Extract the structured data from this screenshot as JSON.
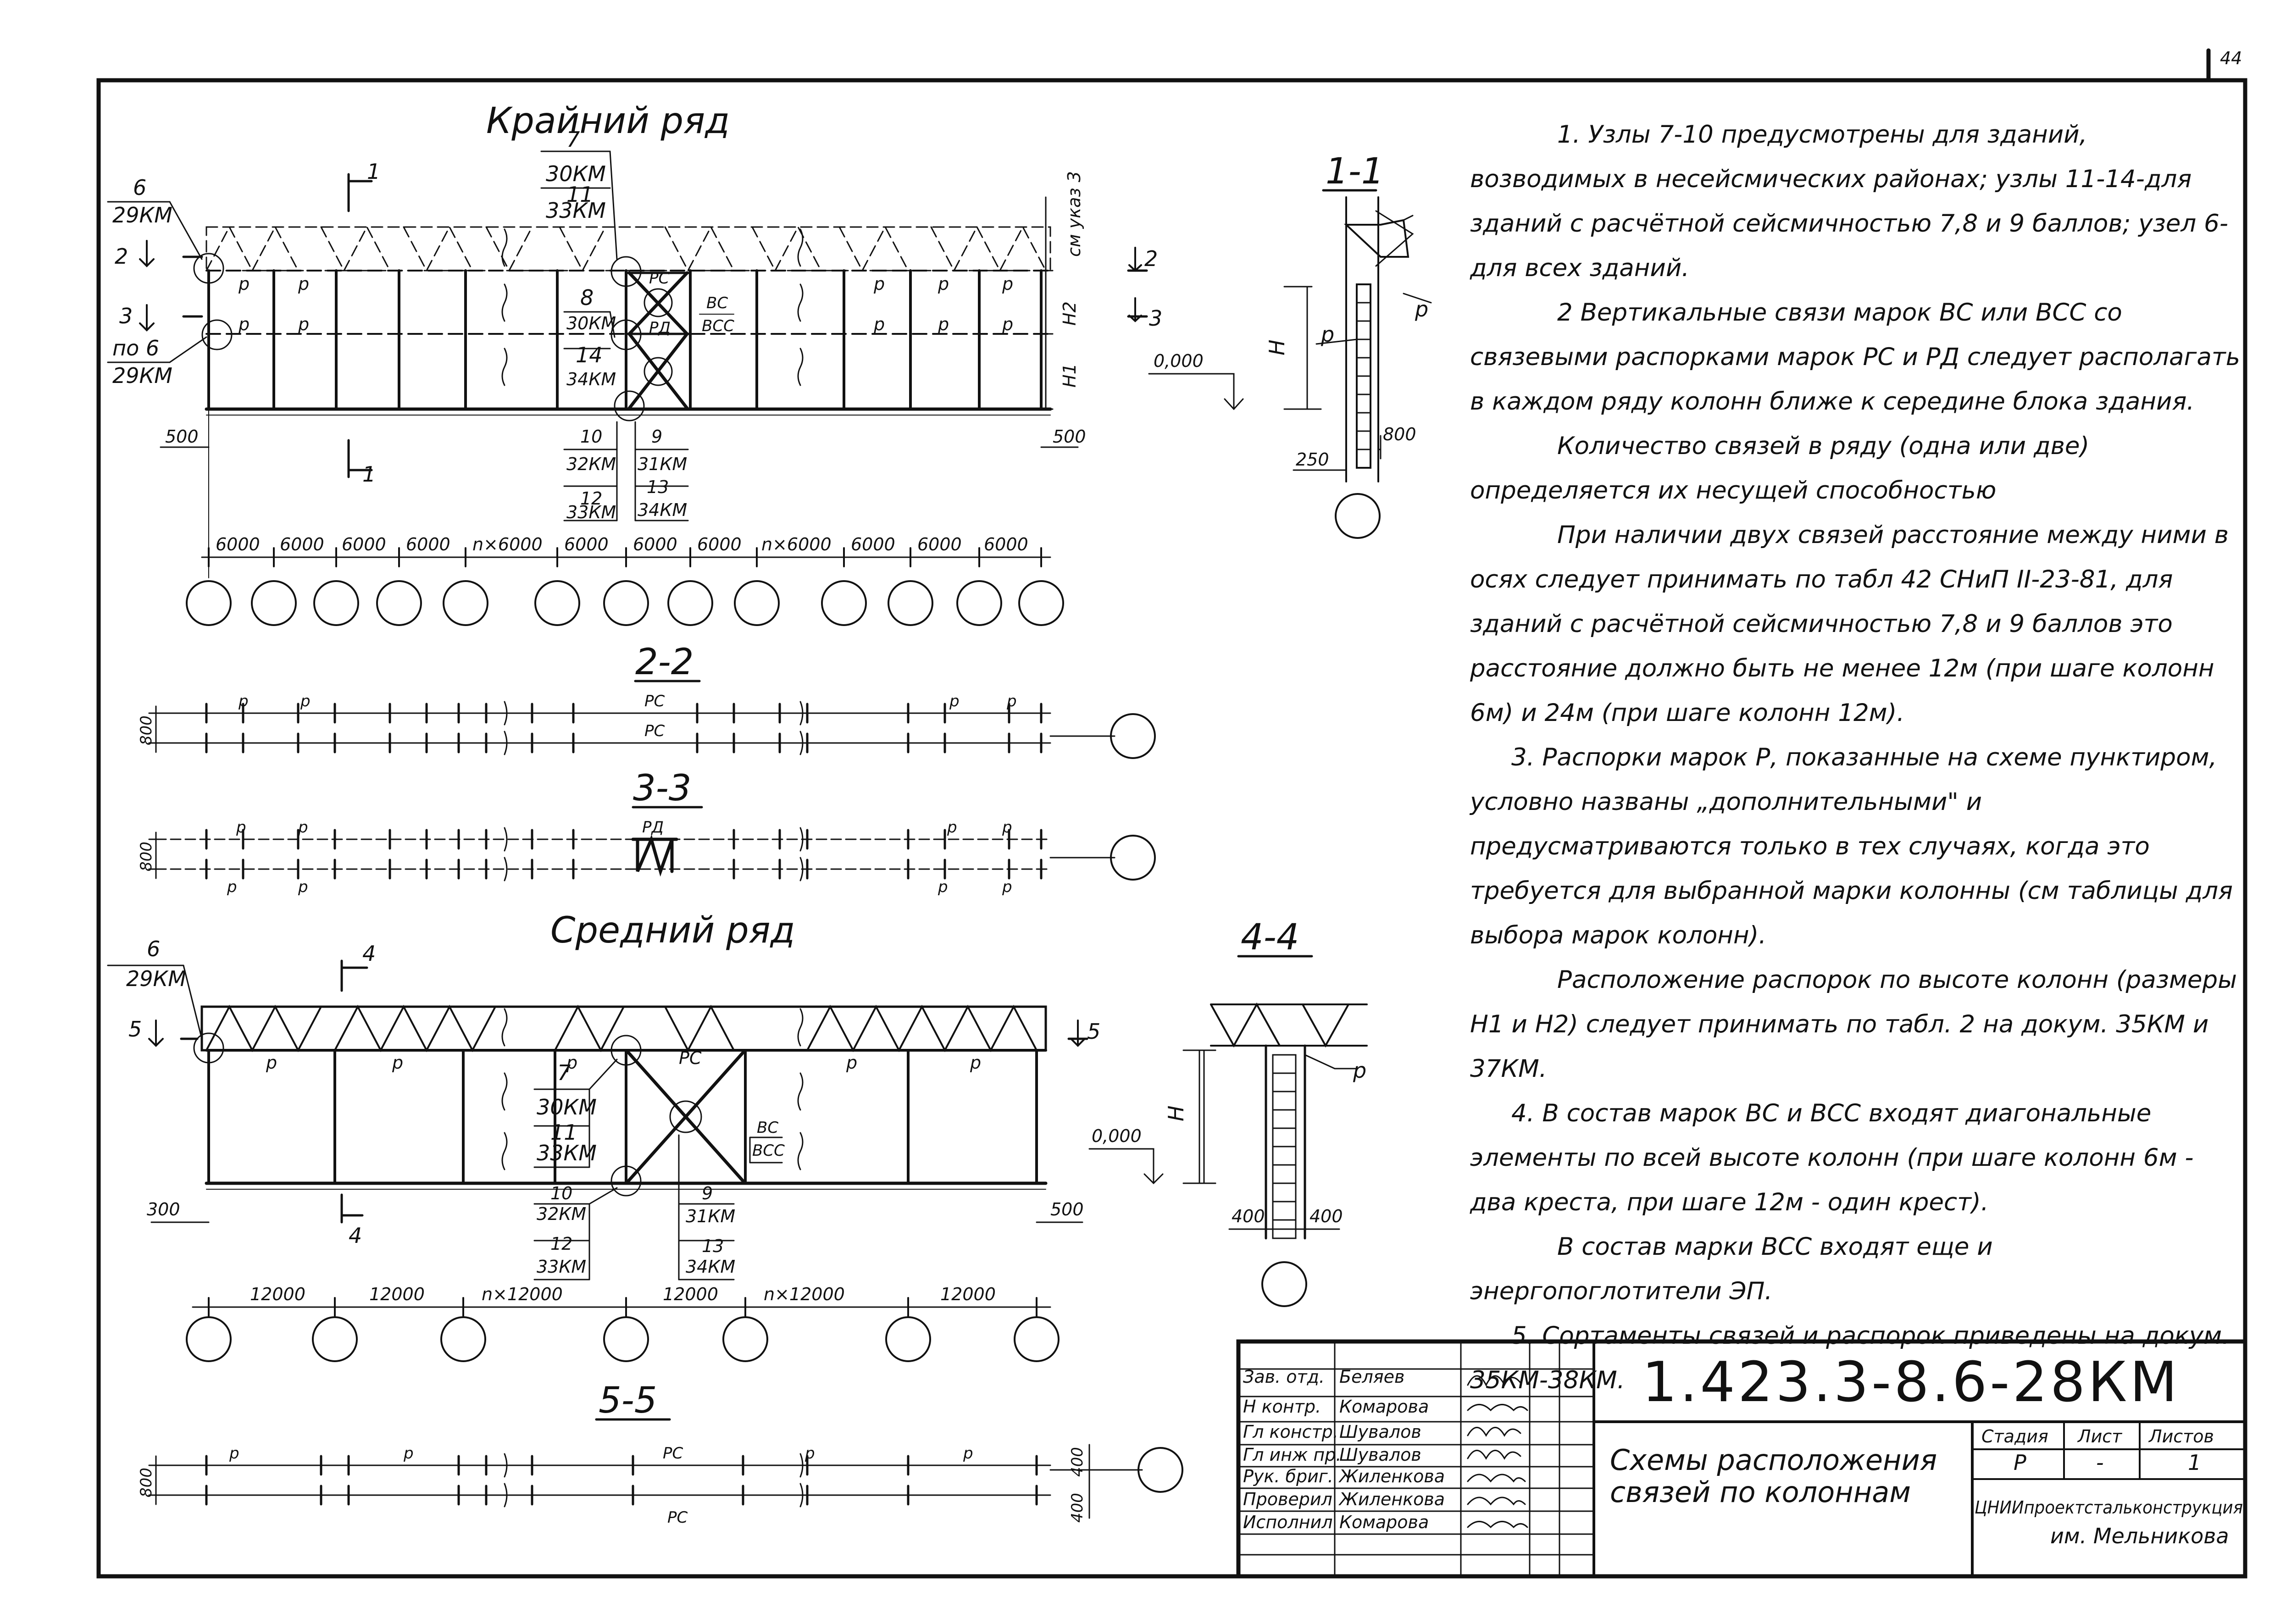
{
  "sheet_number": "44",
  "plan_outer": {
    "title": "Крайний ряд",
    "node_6": "6",
    "node_6_doc": "29КМ",
    "node_po6": "по 6",
    "node_po6_doc": "29КМ",
    "node_7": "7",
    "node_7_doc": "30КМ",
    "node_11": "11",
    "node_11_doc": "33КМ",
    "node_8": "8",
    "node_8_doc": "30КМ",
    "node_14": "14",
    "node_14_doc": "34КМ",
    "node_10": "10",
    "node_10_doc": "32КМ",
    "node_12": "12",
    "node_12_doc": "33КМ",
    "node_9": "9",
    "node_9_doc": "31КМ",
    "node_13": "13",
    "node_13_doc": "34КМ",
    "mark_p": "р",
    "mark_rs": "РС",
    "mark_rd": "РД",
    "mark_vs": "ВС",
    "mark_vss": "ВСС",
    "ref": "см указ 3",
    "h1": "Н1",
    "h2": "Н2",
    "level": "0,000",
    "offset_left": "500",
    "offset_right": "500",
    "section_1": "1",
    "section_2": "2",
    "section_3": "3",
    "spans": [
      "6000",
      "6000",
      "6000",
      "6000",
      "n×6000",
      "6000",
      "6000",
      "6000",
      "n×6000",
      "6000",
      "6000",
      "6000"
    ]
  },
  "section_1_1": {
    "title": "1-1",
    "h": "Н",
    "p": "р",
    "dim_250": "250",
    "dim_800": "800"
  },
  "section_2_2": {
    "title": "2-2",
    "dim": "800",
    "p": "р",
    "rs": "РС"
  },
  "section_3_3": {
    "title": "3-3",
    "dim": "800",
    "p": "р",
    "rd": "РД"
  },
  "plan_middle": {
    "title": "Средний ряд",
    "node_6": "6",
    "node_6_doc": "29КМ",
    "node_7": "7",
    "node_7_doc": "30КМ",
    "node_11": "11",
    "node_11_doc": "33КМ",
    "node_10": "10",
    "node_10_doc": "32КМ",
    "node_12": "12",
    "node_12_doc": "33КМ",
    "node_9": "9",
    "node_9_doc": "31КМ",
    "node_13": "13",
    "node_13_doc": "34КМ",
    "p": "р",
    "rs": "РС",
    "vs": "ВС",
    "vss": "ВСС",
    "section_4": "4",
    "section_5": "5",
    "h": "Н",
    "level": "0,000",
    "offset_left": "300",
    "offset_right": "500",
    "spans": [
      "12000",
      "12000",
      "n×12000",
      "12000",
      "n×12000",
      "12000"
    ]
  },
  "section_4_4": {
    "title": "4-4",
    "h": "Н",
    "p": "р",
    "dim_400a": "400",
    "dim_400b": "400"
  },
  "section_5_5": {
    "title": "5-5",
    "dim_800": "800",
    "dim_400a": "400",
    "dim_400b": "400",
    "p": "р",
    "rs": "РС"
  },
  "notes": [
    "1. Узлы 7-10 предусмотрены для зданий, возводимых в несейсмических районах; узлы 11-14-для зданий с расчётной сейсмичностью 7,8 и 9 баллов; узел 6-для всех зданий.",
    "2 Вертикальные связи марок ВС или ВСС со связевыми распорками марок РС и РД следует располагать в каждом ряду колонн ближе к середине блока здания.",
    "Количество связей в ряду (одна или две) определяется их несущей способностью",
    "При наличии двух связей расстояние между ними в осях следует принимать по табл 42 СНиП II-23-81, для зданий с расчётной сейсмичностью 7,8 и 9 баллов это расстояние должно быть не менее 12м (при шаге колонн 6м) и 24м (при шаге колонн 12м).",
    "3. Распорки марок Р, показанные на схеме пунктиром, условно названы „дополнительными\" и предусматриваются только в тех случаях, когда это требуется для выбранной марки колонны (см таблицы для выбора марок колонн).",
    "Расположение распорок по высоте колонн (размеры Н1 и Н2) следует принимать по табл. 2 на докум. 35КМ и 37КМ.",
    "4. В состав марок ВС и ВСС входят диагональные элементы по всей высоте колонн (при шаге колонн 6м - два креста, при шаге 12м - один крест).",
    "В состав марки ВСС входят еще и энергопоглотители ЭП.",
    "5. Сортаменты связей и распорок приведены на докум. 35КМ-38КМ."
  ],
  "title_block": {
    "code": "1.423.3-8.6-28КМ",
    "rows": [
      {
        "role": "Зав. отд.",
        "name": "Беляев"
      },
      {
        "role": "Н контр.",
        "name": "Комарова"
      },
      {
        "role": "Гл констр.",
        "name": "Шувалов"
      },
      {
        "role": "Гл инж пр.",
        "name": "Шувалов"
      },
      {
        "role": "Рук. бриг.",
        "name": "Жиленкова"
      },
      {
        "role": "Проверил",
        "name": "Жиленкова"
      },
      {
        "role": "Исполнил",
        "name": "Комарова"
      }
    ],
    "drawing_title_1": "Схемы расположения",
    "drawing_title_2": "связей по колоннам",
    "stage_label": "Стадия",
    "sheet_label": "Лист",
    "sheets_label": "Листов",
    "stage": "Р",
    "sheet": "-",
    "sheets": "1",
    "org_1": "ЦНИИпроектстальконструкция",
    "org_2": "им. Мельникова"
  }
}
